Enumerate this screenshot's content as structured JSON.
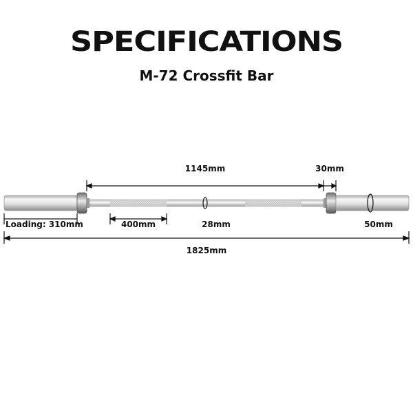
{
  "header": {
    "title": "SPECIFICATIONS",
    "subtitle": "M-72 Crossfit Bar"
  },
  "dimensions": {
    "total_length": "1825mm",
    "inner_length": "1145mm",
    "collar_width": "30mm",
    "knurl_length": "400mm",
    "shaft_diameter": "28mm",
    "sleeve_diameter": "50mm",
    "loading_length": "Loading: 310mm"
  },
  "colors": {
    "text": "#111111",
    "steel_light": "#f4f4f4",
    "steel_mid": "#cfcfcf",
    "steel_dark": "#8a8a8a"
  }
}
